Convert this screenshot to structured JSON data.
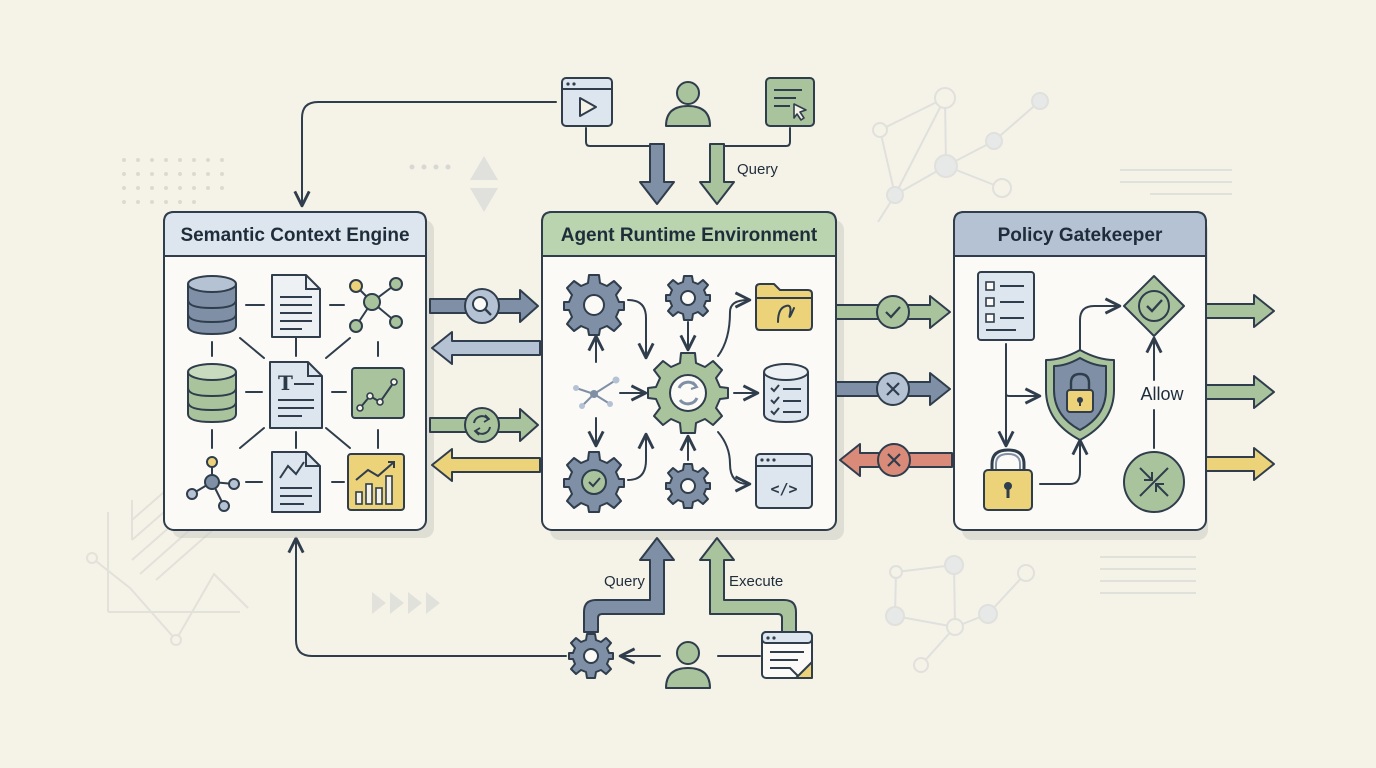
{
  "panels": {
    "semantic": {
      "title": "Semantic Context Engine"
    },
    "runtime": {
      "title": "Agent Runtime Environment"
    },
    "policy": {
      "title": "Policy Gatekeeper"
    }
  },
  "labels": {
    "top_query": "Query",
    "bottom_query": "Query",
    "bottom_execute": "Execute",
    "allow": "Allow"
  },
  "colors": {
    "background": "#f5f2e8",
    "outline": "#2f3d4c",
    "slate": "#7f90a6",
    "green": "#a9c49d",
    "yellow": "#ecd37a",
    "red": "#d98a78",
    "semantic_header": "#dde6ef",
    "runtime_header": "#b9d4ae",
    "policy_header": "#b4c2d4"
  },
  "icons": {
    "top": [
      "video-player-icon",
      "user-icon",
      "document-cursor-icon"
    ],
    "bottom": [
      "gear-icon",
      "user-icon",
      "notepad-icon"
    ],
    "semantic_grid": [
      "database-icon",
      "document-icon",
      "network-nodes-icon",
      "database-icon",
      "text-document-icon",
      "line-chart-icon",
      "network-nodes-icon",
      "chart-document-icon",
      "bar-chart-icon"
    ],
    "runtime_grid": [
      "gear-icon",
      "gear-icon",
      "folder-icon",
      "network-nodes-icon",
      "central-gear-icon",
      "checklist-database-icon",
      "gear-check-icon",
      "gear-icon",
      "code-window-icon"
    ],
    "policy_grid": [
      "checklist-icon",
      "shield-lock-icon",
      "check-diamond-icon",
      "padlock-icon",
      "compress-icon"
    ]
  }
}
